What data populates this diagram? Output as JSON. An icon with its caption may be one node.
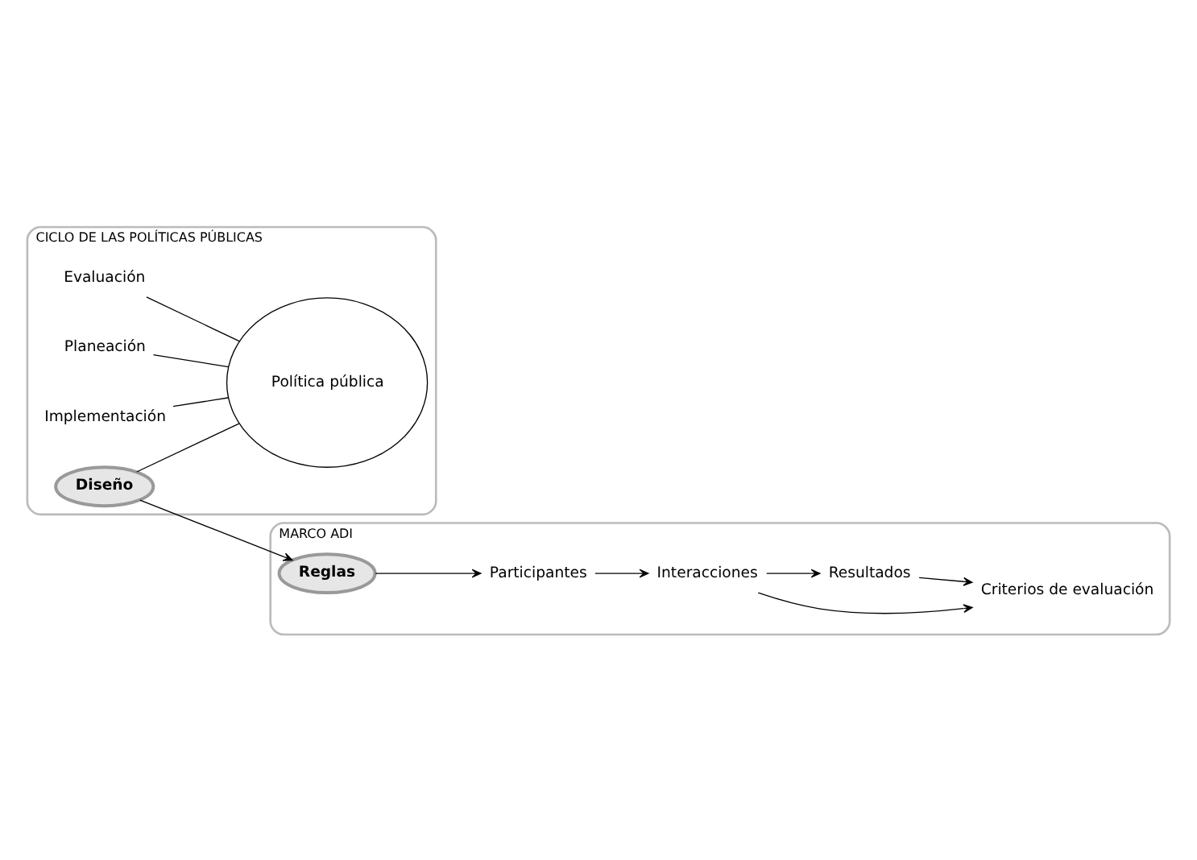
{
  "diagram": {
    "nodes": [
      {
        "text": [
          "CICLO DE LAS POLÍTICAS PÚBLICAS"
        ]
      },
      {
        "text": [
          "Política pública"
        ],
        "in": 0
      },
      {
        "text": [
          "Evaluación"
        ],
        "in": 0
      },
      {
        "text": [
          "Planeación"
        ],
        "in": 0
      },
      {
        "text": [
          "Implementación"
        ],
        "in": 0
      },
      {
        "text": [
          "Diseño"
        ],
        "in": 0
      },
      {
        "text": [
          "MARCO ADI"
        ]
      },
      {
        "text": [
          "Reglas"
        ],
        "in": 6
      },
      {
        "text": [
          "Participantes"
        ],
        "in": 6
      },
      {
        "text": [
          "Interacciones"
        ],
        "in": 6
      },
      {
        "text": [
          "Criterios de evaluación"
        ],
        "in": 6
      },
      {
        "text": [
          "Resultados"
        ],
        "in": 6
      }
    ],
    "edges": [
      {
        "from": 2,
        "to": 1,
        "arrow": "none"
      },
      {
        "from": 3,
        "to": 1,
        "arrow": "none"
      },
      {
        "from": 4,
        "to": 1,
        "arrow": "none"
      },
      {
        "from": 5,
        "to": 1,
        "arrow": "none"
      },
      {
        "from": 5,
        "to": 7,
        "arrow": "to"
      },
      {
        "from": 7,
        "to": 8,
        "arrow": "to"
      },
      {
        "from": 8,
        "to": 9,
        "arrow": "to"
      },
      {
        "from": 9,
        "to": 10,
        "arrow": "to"
      },
      {
        "from": 9,
        "to": 11,
        "arrow": "to"
      },
      {
        "from": 11,
        "to": 10,
        "arrow": "to"
      }
    ]
  }
}
